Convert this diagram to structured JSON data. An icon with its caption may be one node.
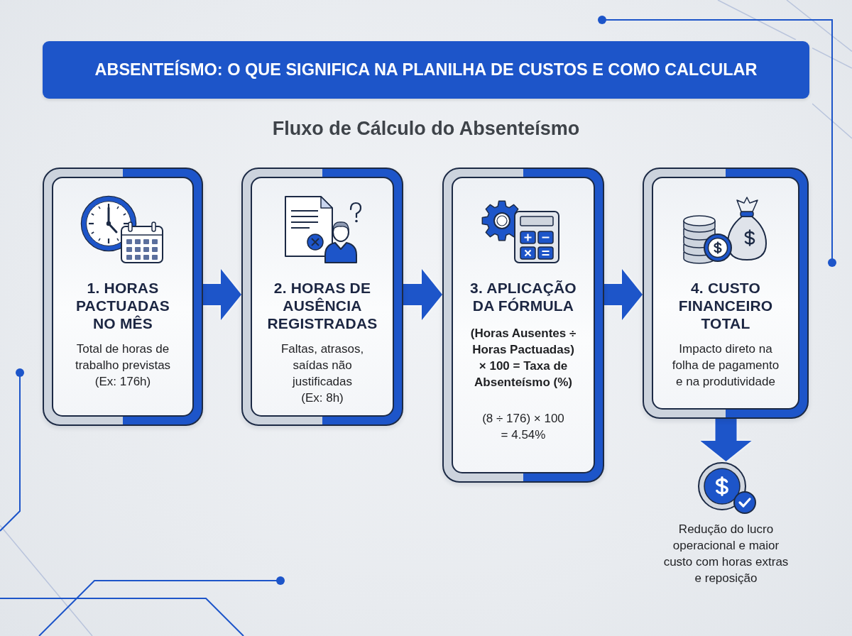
{
  "diagram": {
    "title": "ABSENTEÍSMO: O QUE SIGNIFICA NA PLANILHA DE CUSTOS E COMO CALCULAR",
    "nodes": [
      {
        "text": [
          "1. HORAS PACTUADAS NO MÊS",
          "Total de horas de trabalho previstas",
          "(Ex: 176h)"
        ]
      },
      {
        "text": [
          "2. HORAS DE AUSÊNCIA REGISTRADAS",
          "Faltas, atrasos, saídas não justificadas",
          "(Ex: 8h)"
        ]
      },
      {
        "text": [
          "3. APLICAÇÃO DA FÓRMULA",
          "(Horas Ausentes ÷ Horas Pactuadas) × 100 = Taxa de Absenteísmo (%)",
          "(8 ÷ 176) × 100 = 4.54%"
        ]
      },
      {
        "text": [
          "4. CUSTO FINANCEIRO TOTAL",
          "Impacto direto na folha de pagamento e na produtividade"
        ]
      },
      {
        "text": [
          "Redução do lucro operacional e maior custo com horas extras e reposição"
        ]
      }
    ],
    "edges": [
      {
        "from": 0,
        "to": 1,
        "arrow": "to"
      },
      {
        "from": 1,
        "to": 2,
        "arrow": "to"
      },
      {
        "from": 2,
        "to": 3,
        "arrow": "to"
      },
      {
        "from": 3,
        "to": 4,
        "arrow": "to"
      }
    ],
    "labels": [
      "Fluxo de Cálculo do Absenteísmo"
    ]
  }
}
